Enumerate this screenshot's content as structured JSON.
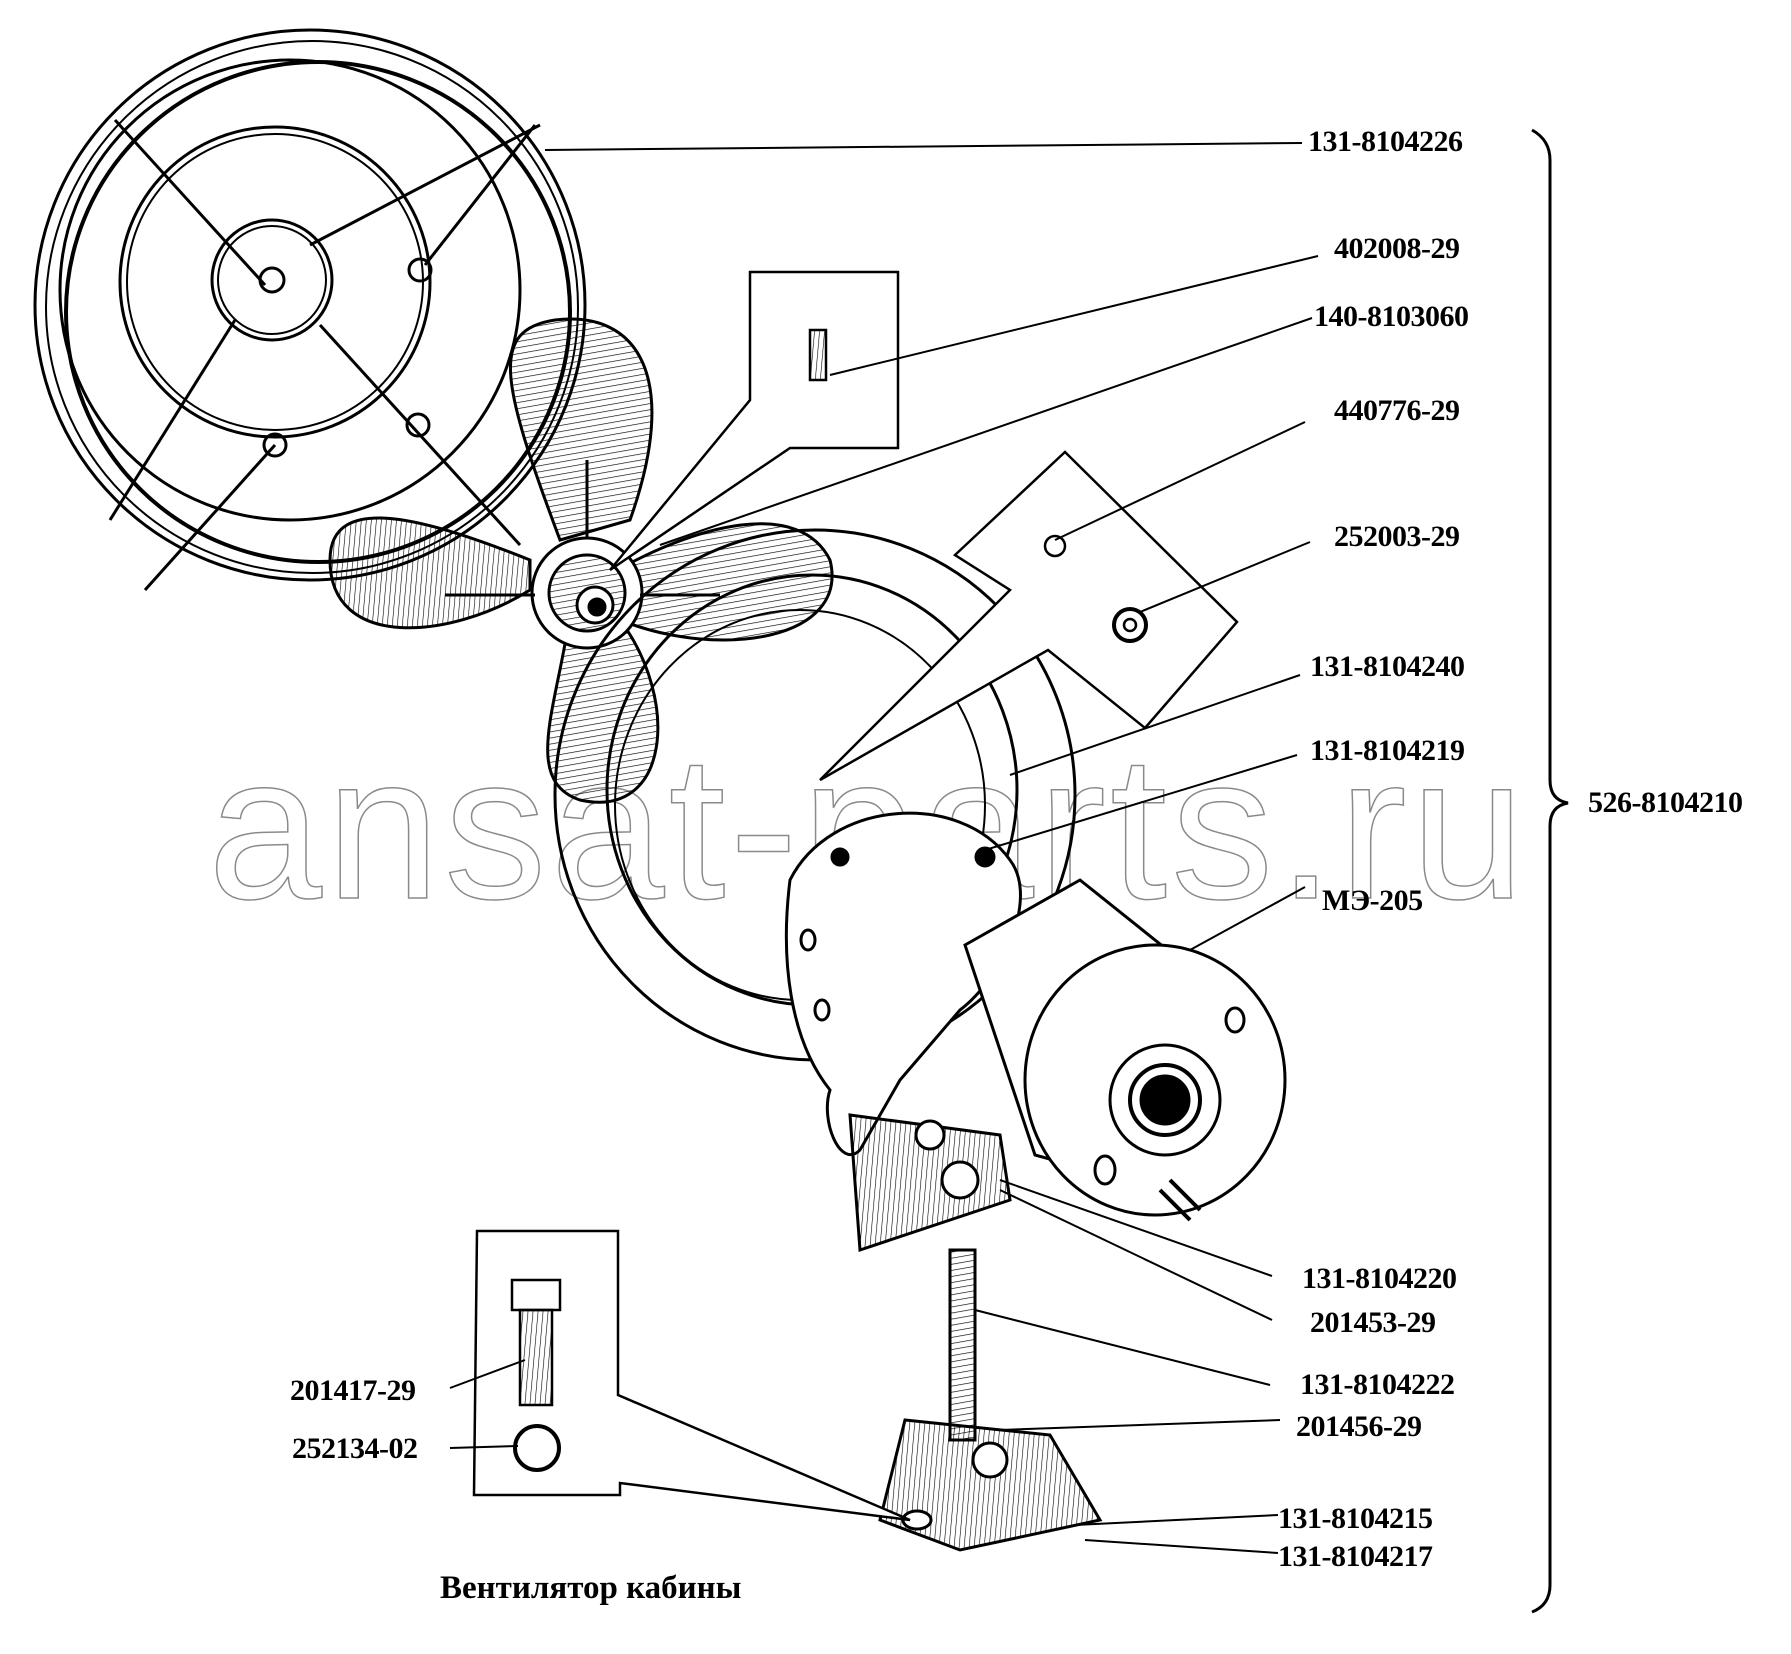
{
  "diagram": {
    "title": "Вентилятор кабины",
    "assembly_part": "526-8104210",
    "watermark": "ansat-parts.ru",
    "parts": [
      {
        "id": "131-8104226"
      },
      {
        "id": "402008-29"
      },
      {
        "id": "140-8103060"
      },
      {
        "id": "440776-29"
      },
      {
        "id": "252003-29"
      },
      {
        "id": "131-8104240"
      },
      {
        "id": "131-8104219"
      },
      {
        "id": "МЭ-205"
      },
      {
        "id": "131-8104220"
      },
      {
        "id": "201453-29"
      },
      {
        "id": "131-8104222"
      },
      {
        "id": "201456-29"
      },
      {
        "id": "131-8104215"
      },
      {
        "id": "131-8104217"
      },
      {
        "id": "201417-29"
      },
      {
        "id": "252134-02"
      }
    ]
  }
}
